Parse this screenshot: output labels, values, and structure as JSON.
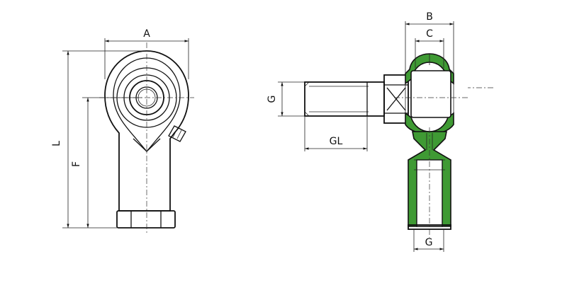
{
  "colors": {
    "section_fill": "#3f9a34",
    "line": "#111111",
    "background": "#ffffff"
  },
  "dimensions": {
    "front_view": {
      "width_label": "A",
      "length_label": "L",
      "center_label": "F"
    },
    "side_view": {
      "bore_width_outer_label": "B",
      "bore_width_inner_label": "C",
      "thread_label_left": "G",
      "thread_length_label": "GL",
      "thread_label_bottom": "G"
    }
  }
}
